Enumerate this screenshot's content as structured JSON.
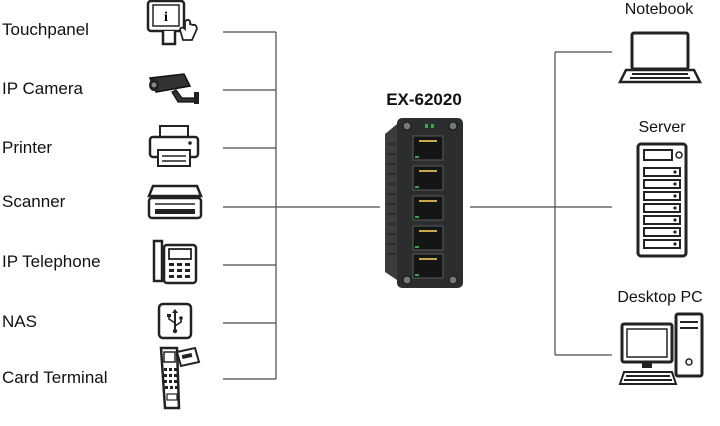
{
  "switch": {
    "model": "EX-62020"
  },
  "left_devices": [
    {
      "label": "Touchpanel",
      "icon": "touchpanel-kiosk-icon"
    },
    {
      "label": "IP Camera",
      "icon": "ip-camera-icon"
    },
    {
      "label": "Printer",
      "icon": "printer-icon"
    },
    {
      "label": "Scanner",
      "icon": "scanner-icon"
    },
    {
      "label": "IP Telephone",
      "icon": "ip-telephone-icon"
    },
    {
      "label": "NAS",
      "icon": "nas-usb-drive-icon"
    },
    {
      "label": "Card Terminal",
      "icon": "card-terminal-icon"
    }
  ],
  "right_devices": [
    {
      "label": "Notebook",
      "icon": "notebook-laptop-icon"
    },
    {
      "label": "Server",
      "icon": "server-rack-icon"
    },
    {
      "label": "Desktop PC",
      "icon": "desktop-pc-icon"
    }
  ],
  "colors": {
    "line": "#4a4a4a",
    "switch_body": "#2b2d2e",
    "port_led": "#3aa84a"
  }
}
